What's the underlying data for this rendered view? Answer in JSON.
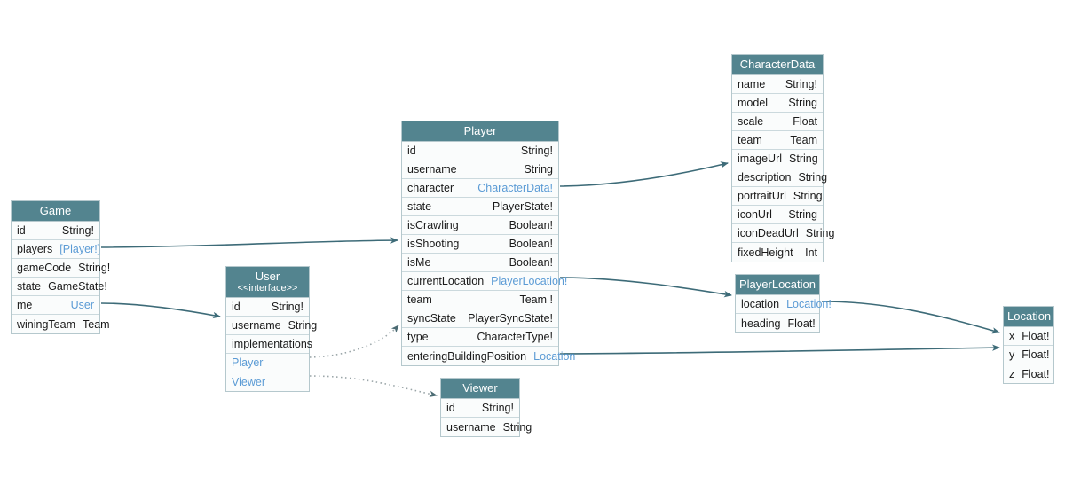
{
  "diagram": {
    "title": "GraphQL Schema Diagram",
    "colors": {
      "header_bg": "#53848f",
      "header_text": "#ffffff",
      "row_bg": "#fafcfc",
      "border": "#b5c8cd",
      "link_text": "#5b9bd5",
      "edge_line": "#3d6b78",
      "dotted_line": "#9aa5a8"
    }
  },
  "entities": {
    "game": {
      "name": "Game",
      "fields": [
        {
          "name": "id",
          "type": "String!",
          "is_link": false
        },
        {
          "name": "players",
          "type": "[Player!]",
          "is_link": true
        },
        {
          "name": "gameCode",
          "type": "String!",
          "is_link": false
        },
        {
          "name": "state",
          "type": "GameState!",
          "is_link": false
        },
        {
          "name": "me",
          "type": "User",
          "is_link": true
        },
        {
          "name": "winingTeam",
          "type": "Team",
          "is_link": false
        }
      ]
    },
    "user": {
      "name": "User",
      "stereotype": "<<interface>>",
      "fields": [
        {
          "name": "id",
          "type": "String!",
          "is_link": false
        },
        {
          "name": "username",
          "type": "String",
          "is_link": false
        }
      ],
      "implementations_label": "implementations",
      "implementations": [
        {
          "name": "Player"
        },
        {
          "name": "Viewer"
        }
      ]
    },
    "player": {
      "name": "Player",
      "fields": [
        {
          "name": "id",
          "type": "String!",
          "is_link": false
        },
        {
          "name": "username",
          "type": "String",
          "is_link": false
        },
        {
          "name": "character",
          "type": "CharacterData!",
          "is_link": true
        },
        {
          "name": "state",
          "type": "PlayerState!",
          "is_link": false
        },
        {
          "name": "isCrawling",
          "type": "Boolean!",
          "is_link": false
        },
        {
          "name": "isShooting",
          "type": "Boolean!",
          "is_link": false
        },
        {
          "name": "isMe",
          "type": "Boolean!",
          "is_link": false
        },
        {
          "name": "currentLocation",
          "type": "PlayerLocation!",
          "is_link": true
        },
        {
          "name": "team",
          "type": "Team !",
          "is_link": false
        },
        {
          "name": "syncState",
          "type": "PlayerSyncState!",
          "is_link": false
        },
        {
          "name": "type",
          "type": "CharacterType!",
          "is_link": false
        },
        {
          "name": "enteringBuildingPosition",
          "type": "Location",
          "is_link": true
        }
      ]
    },
    "viewer": {
      "name": "Viewer",
      "fields": [
        {
          "name": "id",
          "type": "String!",
          "is_link": false
        },
        {
          "name": "username",
          "type": "String",
          "is_link": false
        }
      ]
    },
    "character_data": {
      "name": "CharacterData",
      "fields": [
        {
          "name": "name",
          "type": "String!",
          "is_link": false
        },
        {
          "name": "model",
          "type": "String",
          "is_link": false
        },
        {
          "name": "scale",
          "type": "Float",
          "is_link": false
        },
        {
          "name": "team",
          "type": "Team",
          "is_link": false
        },
        {
          "name": "imageUrl",
          "type": "String",
          "is_link": false
        },
        {
          "name": "description",
          "type": "String",
          "is_link": false
        },
        {
          "name": "portraitUrl",
          "type": "String",
          "is_link": false
        },
        {
          "name": "iconUrl",
          "type": "String",
          "is_link": false
        },
        {
          "name": "iconDeadUrl",
          "type": "String",
          "is_link": false
        },
        {
          "name": "fixedHeight",
          "type": "Int",
          "is_link": false
        }
      ]
    },
    "player_location": {
      "name": "PlayerLocation",
      "fields": [
        {
          "name": "location",
          "type": "Location!",
          "is_link": true
        },
        {
          "name": "heading",
          "type": "Float!",
          "is_link": false
        }
      ]
    },
    "location": {
      "name": "Location",
      "fields": [
        {
          "name": "x",
          "type": "Float!",
          "is_link": false
        },
        {
          "name": "y",
          "type": "Float!",
          "is_link": false
        },
        {
          "name": "z",
          "type": "Float!",
          "is_link": false
        }
      ]
    }
  },
  "edges": [
    {
      "from": "game.players",
      "to": "player",
      "style": "solid"
    },
    {
      "from": "game.me",
      "to": "user",
      "style": "solid"
    },
    {
      "from": "player.character",
      "to": "character_data",
      "style": "solid"
    },
    {
      "from": "player.currentLocation",
      "to": "player_location",
      "style": "solid"
    },
    {
      "from": "player.enteringBuildingPosition",
      "to": "location",
      "style": "solid"
    },
    {
      "from": "player_location.location",
      "to": "location",
      "style": "solid"
    },
    {
      "from": "user.Player",
      "to": "player",
      "style": "dotted"
    },
    {
      "from": "user.Viewer",
      "to": "viewer",
      "style": "dotted"
    }
  ]
}
